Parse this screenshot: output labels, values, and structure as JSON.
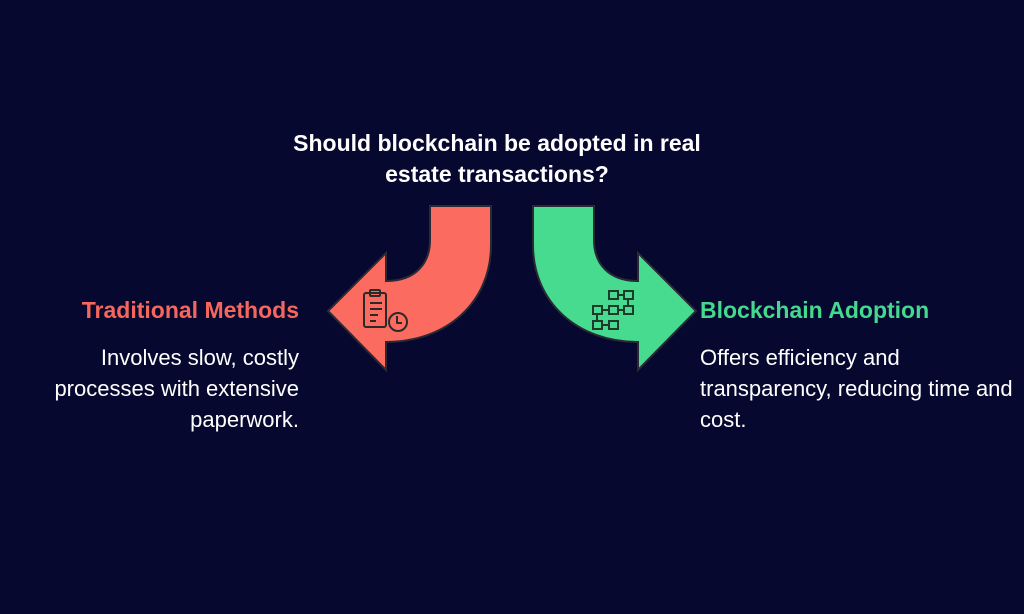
{
  "title": "Should blockchain be adopted in real estate transactions?",
  "options": [
    {
      "heading": "Traditional Methods",
      "description": "Involves slow, costly processes with extensive paperwork.",
      "icon": "clipboard-clock-icon",
      "color": "#fb6b5f"
    },
    {
      "heading": "Blockchain Adoption",
      "description": "Offers efficiency and transparency, reducing time and cost.",
      "icon": "network-blocks-icon",
      "color": "#46db8f"
    }
  ]
}
